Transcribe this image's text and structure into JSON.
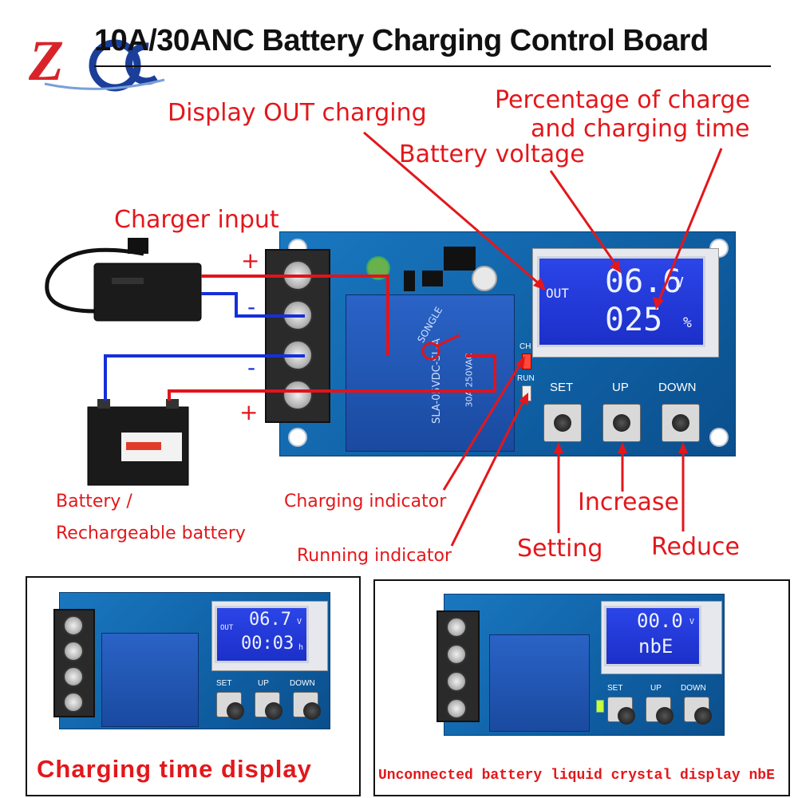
{
  "title": "10A/30ANC Battery Charging Control Board",
  "labels": {
    "display_out": "Display OUT charging",
    "percentage_line1": "Percentage of charge",
    "percentage_line2": "and charging time",
    "battery_voltage": "Battery voltage",
    "charger_input": "Charger input",
    "battery_line1": "Battery /",
    "battery_line2": "Rechargeable battery",
    "charging_indicator": "Charging indicator",
    "running_indicator": "Running indicator",
    "increase": "Increase",
    "setting": "Setting",
    "reduce": "Reduce",
    "plus_top": "+",
    "minus_1": "-",
    "minus_2": "-",
    "plus_bottom": "+"
  },
  "main_board": {
    "lcd_out": "OUT",
    "lcd_voltage": "06.6",
    "lcd_voltage_unit": "V",
    "lcd_percent": "025",
    "lcd_percent_unit": "%",
    "relay_text": "SLA-05VDC-SL-A",
    "relay_brand": "SONGLE",
    "relay_rating": "30A 250VAC",
    "led_ch": "CH",
    "led_run": "RUN",
    "btn_set": "SET",
    "btn_up": "UP",
    "btn_down": "DOWN"
  },
  "panel_left": {
    "caption": "Charging time display",
    "lcd_out": "OUT",
    "lcd_line1": "06.7",
    "lcd_line1_unit": "V",
    "lcd_line2": "00:03",
    "lcd_line2_unit": "h",
    "btn_set": "SET",
    "btn_up": "UP",
    "btn_down": "DOWN"
  },
  "panel_right": {
    "caption": "Unconnected battery liquid crystal display nbE",
    "lcd_line1": "00.0",
    "lcd_line1_unit": "V",
    "lcd_line2": "nbE",
    "btn_set": "SET",
    "btn_up": "UP",
    "btn_down": "DOWN"
  },
  "colors": {
    "label_red": "#e3171b",
    "wire_red": "#e0141c",
    "wire_blue": "#1530d8",
    "pcb_blue": "#1268b0",
    "lcd_blue": "#2238d8"
  }
}
